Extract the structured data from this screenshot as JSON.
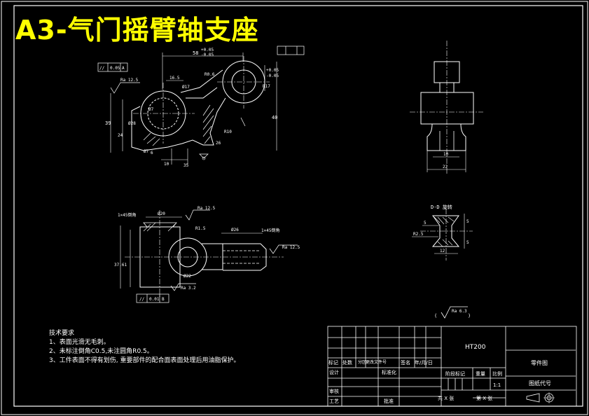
{
  "title": "A3-气门摇臂轴支座",
  "tech_requirements": {
    "heading": "技术要求",
    "items": [
      "1、表面光滑无毛刺。",
      "2、未标注倒角C0.5,未注圆角R0.5。",
      "3、工件表面不得有划伤, 重要部件的配合面表面处理后用油脂保护。"
    ]
  },
  "roughness_note": {
    "symbol": "Ra 6.3",
    "open": "(",
    "close": ")"
  },
  "section_label": "D-D 旋转",
  "title_block": {
    "material": "HT200",
    "drawing_name": "零件图",
    "drawing_code": "图纸代号",
    "header_cols": [
      "标记",
      "处数",
      "分区",
      "更改文件号",
      "签名",
      "年/月/日"
    ],
    "design": "设计",
    "standardize": "标准化",
    "review": "审核",
    "process": "工艺",
    "approve": "批准",
    "stage_mark": "阶段标记",
    "weight": "重量",
    "scale_label": "比例",
    "scale_value": "1:1",
    "sheets_total": "共 X 张",
    "sheet_no": "第 X 张"
  },
  "dimensions": {
    "top_left": [
      "Ra 12.5",
      "//",
      "0.05",
      "A",
      "16.5",
      "58",
      "+0.05",
      "-0.05",
      "R0.6",
      "Ø17",
      "R17",
      "Ø7",
      "39",
      "24",
      "40",
      "Ø28",
      "R10",
      "26",
      "6",
      "10",
      "35",
      "Ø7",
      "+0.05",
      "-0.05"
    ],
    "top_right": [
      "10",
      "22"
    ],
    "bottom_left": [
      "1×45倒角",
      "Ø20",
      "Ra 12.5",
      "R1.5",
      "Ø26",
      "1×45倒角",
      "Ra 12.5",
      "37.61",
      "Ø22",
      "Ra 3.2",
      "//",
      "0.01",
      "B"
    ],
    "section": [
      "5",
      "5",
      "5",
      "R2.5",
      "12"
    ]
  }
}
